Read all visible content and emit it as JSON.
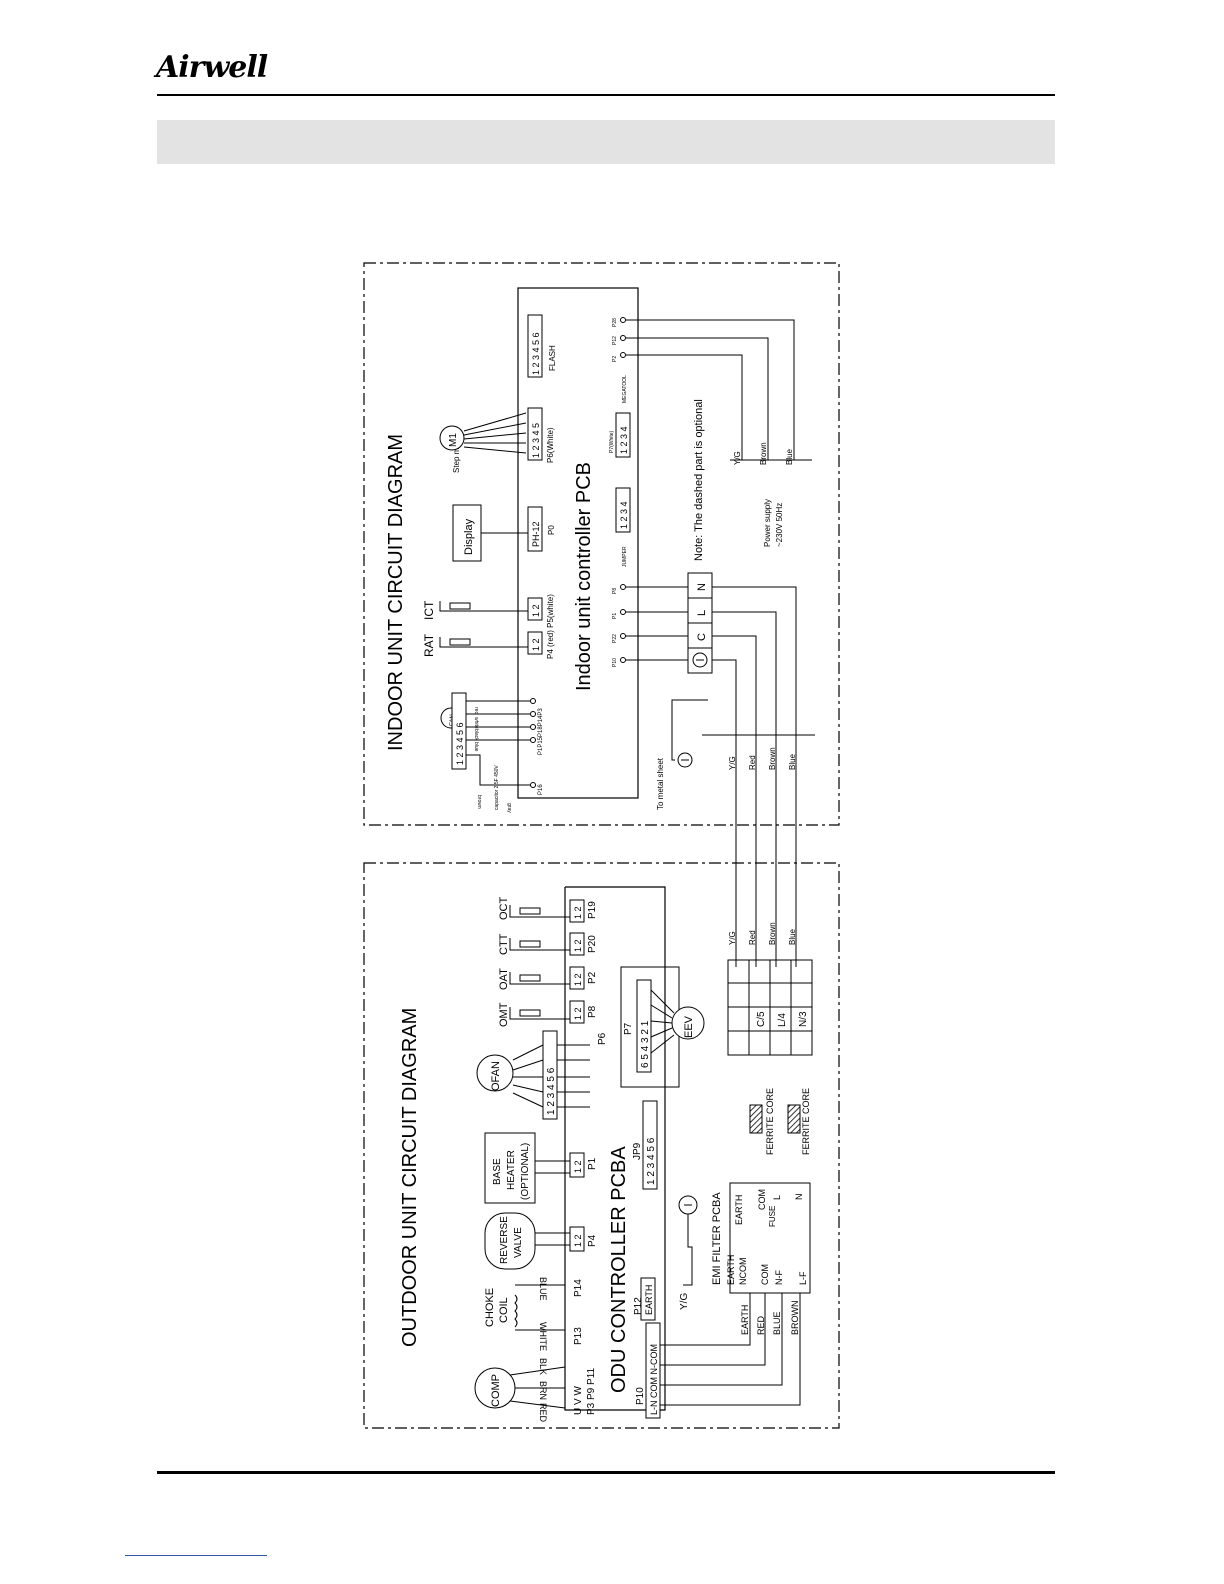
{
  "header": {
    "logo_text": "Airwell"
  },
  "indoor": {
    "title": "INDOOR UNIT CIRCUIT DIAGRAM",
    "pcb_label": "Indoor unit controller  PCB",
    "step_motor": "Step motor",
    "motor_m1": "M1",
    "display": "Display",
    "p6_label": "P6(White)",
    "flash_label": "FLASH",
    "ph12": "PH-12",
    "p0": "P0",
    "jumper": "JUMPER",
    "megatool": "MEGATOOL",
    "p7_white": "P7(White)",
    "rat": "RAT",
    "ict": "ICT",
    "p4_p5": "P4 (red) P5(white)",
    "fan": "FAN",
    "fan_connectors": "P1P15P18P14P3",
    "p16": "P16",
    "capacitor": "capacitor 2.5F 450V",
    "grey": "gray",
    "brown": "brown",
    "fan_wire_colors": [
      "red",
      "white",
      "black",
      "blue"
    ],
    "note": "Note: The dashed part is optional",
    "power_supply": "Power supply",
    "power_rating": "~230V 50Hz",
    "terminal_labels": [
      "C",
      "L",
      "N"
    ],
    "pins_right": [
      "P28",
      "P12",
      "P2"
    ],
    "pins_mid": [
      "P10",
      "P22",
      "P1",
      "P8"
    ],
    "to_metal": "To metal sheet",
    "wires_bottom": [
      "Y/G",
      "Red",
      "Brown",
      "Blue"
    ],
    "wires_power": [
      "Y/G",
      "Brown",
      "Blue"
    ]
  },
  "outdoor": {
    "title": "OUTDOOR UNIT CIRCUIT DIAGRAM",
    "pcba": "ODU CONTROLLER PCBA",
    "comp": "COMP",
    "comp_wires": [
      "RED",
      "BRN",
      "BLK"
    ],
    "comp_pins": "U V W",
    "comp_ports": "P3 P9 P11",
    "choke_1": "CHOKE",
    "choke_2": "COIL",
    "white_wire": "WHITE",
    "blue_wire": "BLUE",
    "p13": "P13",
    "p14": "P14",
    "reverse_1": "REVERSE",
    "reverse_2": "VALVE",
    "p4": "P4",
    "base_1": "BASE",
    "base_2": "HEATER",
    "base_3": "(OPTIONAL)",
    "p1": "P1",
    "ofan": "OFAN",
    "p6": "P6",
    "omt": "OMT",
    "p8": "P8",
    "oat": "OAT",
    "p2": "P2",
    "ctt": "CTT",
    "p20": "P20",
    "oct": "OCT",
    "p19": "P19",
    "eev": "EEV",
    "p7": "P7",
    "jp9": "JP9",
    "p10": "P10",
    "p10_slots": "L-N COM N-COM",
    "p12": "P12",
    "earth": "EARTH",
    "yg": "Y/G",
    "emi": "EMI FILTER PCBA",
    "emi_left": [
      "EARTH",
      "NCOM",
      "COM",
      "N-F",
      "L-F"
    ],
    "emi_right": [
      "EARTH",
      "COM",
      "L",
      "N"
    ],
    "fuse": "FUSE",
    "ferrite": "FERRITE CORE",
    "bottom_wires": [
      "EARTH",
      "RED",
      "BLUE",
      "BROWN"
    ],
    "terminal_block": [
      "C/5",
      "L/4",
      "N/3"
    ],
    "terminal_wires": [
      "Y/G",
      "Red",
      "Brown",
      "Blue"
    ]
  }
}
